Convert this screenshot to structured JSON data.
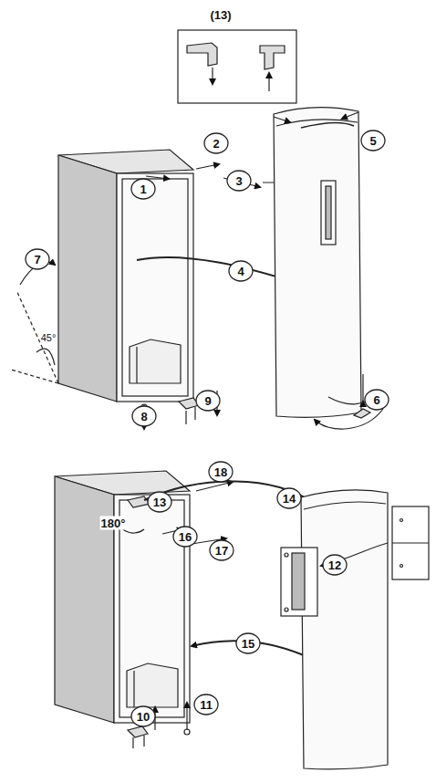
{
  "diagram": {
    "labels": [
      "(13)",
      "2",
      "5",
      "3",
      "1",
      "4",
      "7",
      "45°",
      "6",
      "9",
      "8",
      "18",
      "14",
      "13",
      "180°",
      "16",
      "17",
      "12",
      "15",
      "11",
      "10"
    ]
  }
}
